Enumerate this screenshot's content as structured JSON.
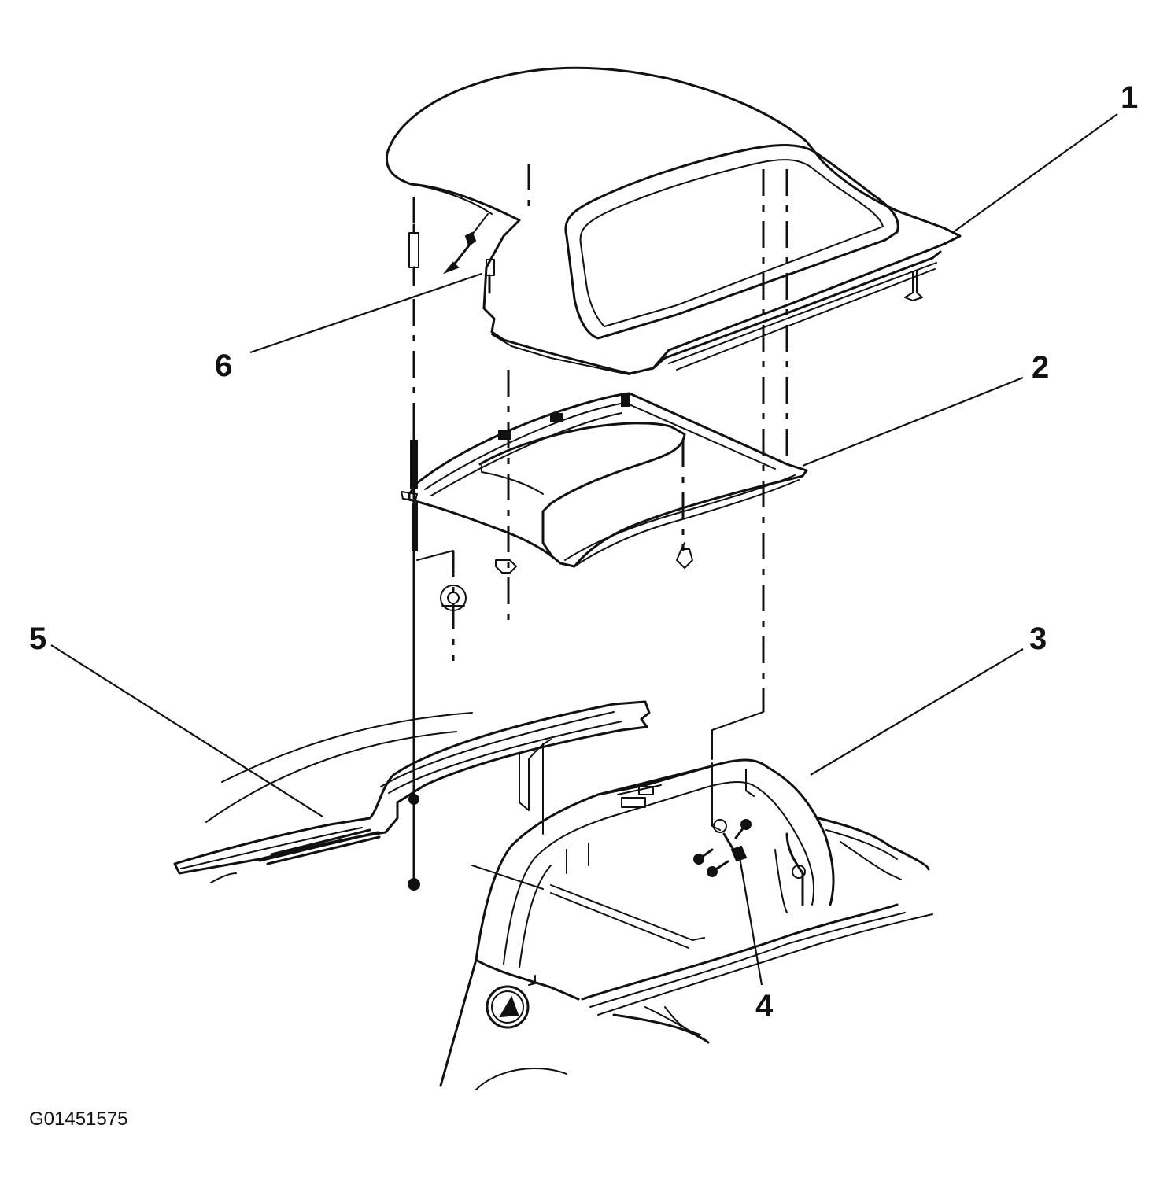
{
  "callouts": [
    {
      "id": "1",
      "label": "1"
    },
    {
      "id": "2",
      "label": "2"
    },
    {
      "id": "3",
      "label": "3"
    },
    {
      "id": "4",
      "label": "4"
    },
    {
      "id": "5",
      "label": "5"
    },
    {
      "id": "6",
      "label": "6"
    }
  ],
  "figure_id": "G01451575",
  "line_color": "#111111",
  "background_color": "#ffffff"
}
